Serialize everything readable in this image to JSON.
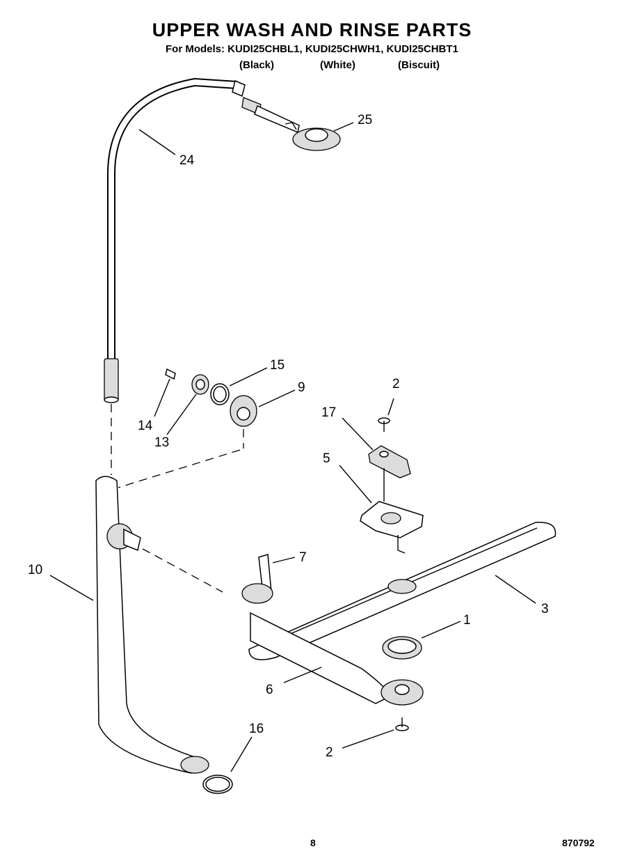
{
  "header": {
    "title": "UPPER WASH AND RINSE PARTS",
    "models": "For Models: KUDI25CHBL1, KUDI25CHWH1, KUDI25CHBT1",
    "colors": [
      "(Black)",
      "(White)",
      "(Biscuit)"
    ]
  },
  "callouts": [
    "25",
    "24",
    "15",
    "9",
    "14",
    "13",
    "2",
    "17",
    "5",
    "7",
    "10",
    "3",
    "1",
    "6",
    "16",
    "2"
  ],
  "footer": {
    "page_number": "8",
    "doc_number": "870792"
  }
}
